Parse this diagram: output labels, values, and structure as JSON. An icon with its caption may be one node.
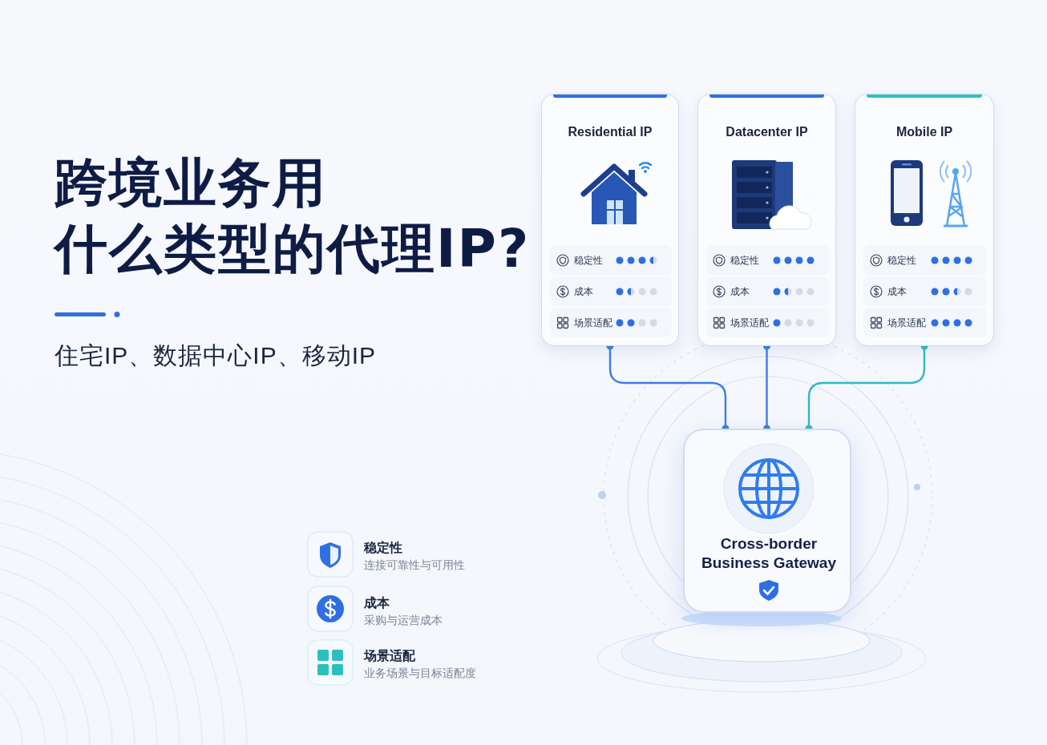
{
  "diagram": {
    "title": "跨境业务用什么类型的代理IP?",
    "nodes": [
      {
        "text": [
          "Residential IP"
        ]
      },
      {
        "text": [
          "稳定性"
        ],
        "in": 0
      },
      {
        "text": [
          "成本"
        ],
        "in": 0
      },
      {
        "text": [
          "场景适配"
        ],
        "in": 0
      },
      {
        "text": [
          "Datacenter IP"
        ]
      },
      {
        "text": [
          "稳定性"
        ],
        "in": 4
      },
      {
        "text": [
          "成本"
        ],
        "in": 4
      },
      {
        "text": [
          "场景适配"
        ],
        "in": 4
      },
      {
        "text": [
          "Mobile IP"
        ]
      },
      {
        "text": [
          "稳定性"
        ],
        "in": 8
      },
      {
        "text": [
          "成本"
        ],
        "in": 8
      },
      {
        "text": [
          "场景适配"
        ],
        "in": 8
      },
      {
        "text": [
          "Cross-border Business Gateway"
        ]
      }
    ],
    "edges": [
      {
        "from": 0,
        "to": 12,
        "arrow": "other"
      },
      {
        "from": 4,
        "to": 12,
        "arrow": "other"
      },
      {
        "from": 8,
        "to": 12,
        "arrow": "other",
        "color": "#2fb8c2"
      }
    ],
    "labels": [
      "住宅IP、数据中心IP、移动IP",
      "稳定性",
      "连接可靠性与可用性",
      "成本",
      "采购与运营成本",
      "场景适配",
      "业务场景与目标适配度"
    ]
  }
}
